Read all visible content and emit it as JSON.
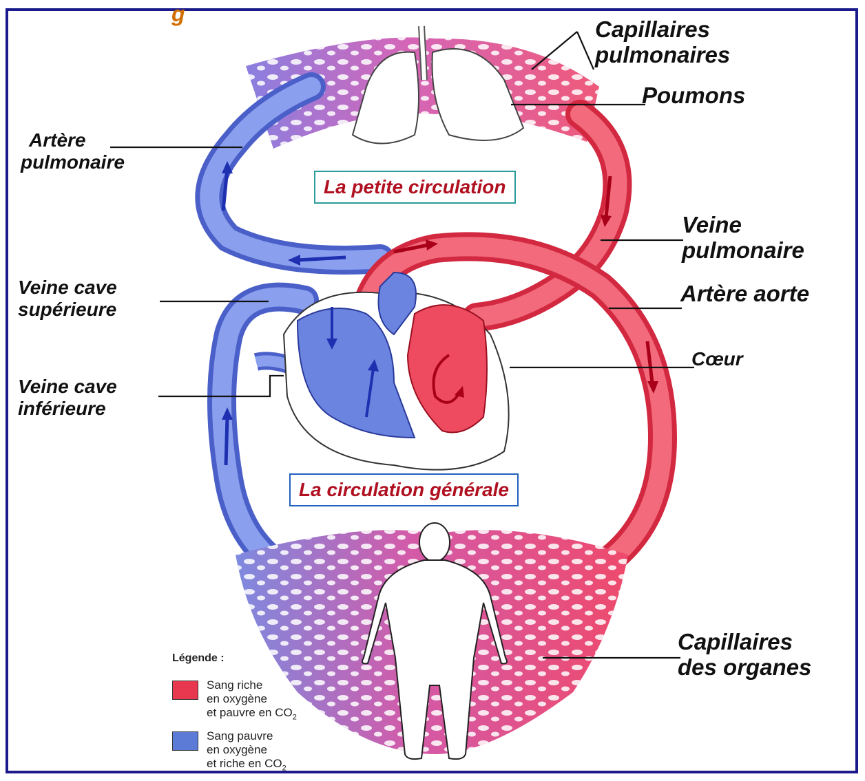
{
  "labels": {
    "capillaires_pulmonaires": [
      "Capillaires",
      "pulmonaires"
    ],
    "poumons": "Poumons",
    "artere_pulmonaire": [
      "Artère",
      "pulmonaire"
    ],
    "veine_pulmonaire": [
      "Veine",
      "pulmonaire"
    ],
    "veine_cave_superieure": [
      "Veine cave",
      "supérieure"
    ],
    "artere_aorte": "Artère aorte",
    "coeur": "Cœur",
    "veine_cave_inferieure": [
      "Veine cave",
      "inférieure"
    ],
    "capillaires_organes": [
      "Capillaires",
      "des organes"
    ]
  },
  "titles": {
    "petite_circulation": "La petite circulation",
    "circulation_generale": "La circulation générale"
  },
  "legend": {
    "title": "Légende :",
    "items": [
      {
        "lines": [
          "Sang riche",
          "en oxygène",
          "et pauvre en CO",
          "2"
        ],
        "color": "#e8384f"
      },
      {
        "lines": [
          "Sang pauvre",
          "en oxygène",
          "et riche en CO",
          "2"
        ],
        "color": "#5b7bd6"
      }
    ]
  },
  "colors": {
    "oxygenated": "#e8384f",
    "deoxygenated": "#5b7bd6",
    "capillary": "#d9589a",
    "frame": "#1a1a8c"
  },
  "top_fragment": "g"
}
